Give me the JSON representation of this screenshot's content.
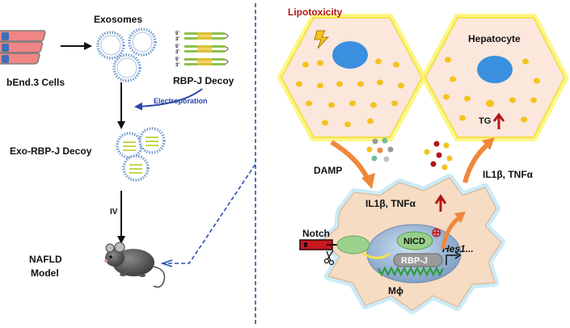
{
  "left_panel": {
    "cells_label": "bEnd.3 Cells",
    "exosomes_label": "Exosomes",
    "decoy_label": "RBP-J Decoy",
    "electroporation_label": "Electroporation",
    "exo_decoy_label": "Exo-RBP-J Decoy",
    "route_label": "IV",
    "model_line1": "NAFLD",
    "model_line2": "Model",
    "strand_ends": [
      "5'",
      "3'",
      "5'",
      "3'",
      "5'",
      "3'"
    ]
  },
  "right_panel": {
    "lipotoxicity_label": "Lipotoxicity",
    "hepatocyte_label": "Hepatocyte",
    "tg_label": "TG",
    "damp_label": "DAMP",
    "cytokines_out_label": "IL1β, TNFα",
    "cytokines_in_label": "IL1β, TNFα",
    "notch_label": "Notch",
    "nicd_label": "NICD",
    "rbpj_label": "RBP-J",
    "gene_label": "Hes1...",
    "macrophage_label": "Mϕ",
    "plus_symbol": "⊕"
  },
  "colors": {
    "exosome_blue": "#7aa0d0",
    "hexagon_fill": "#fbe7dc",
    "hexagon_glow": "#fbf45f",
    "droplet_yellow": "#f3c31a",
    "nucleus_blue": "#3a8fde",
    "lipotoxicity_red": "#b01818",
    "arrow_orange": "#f0873c",
    "electroporation_blue": "#2a46a8",
    "macrophage_fill": "#f6dcc2",
    "dna_green": "#2e9b3a",
    "divider_blue": "#2a50b0"
  }
}
